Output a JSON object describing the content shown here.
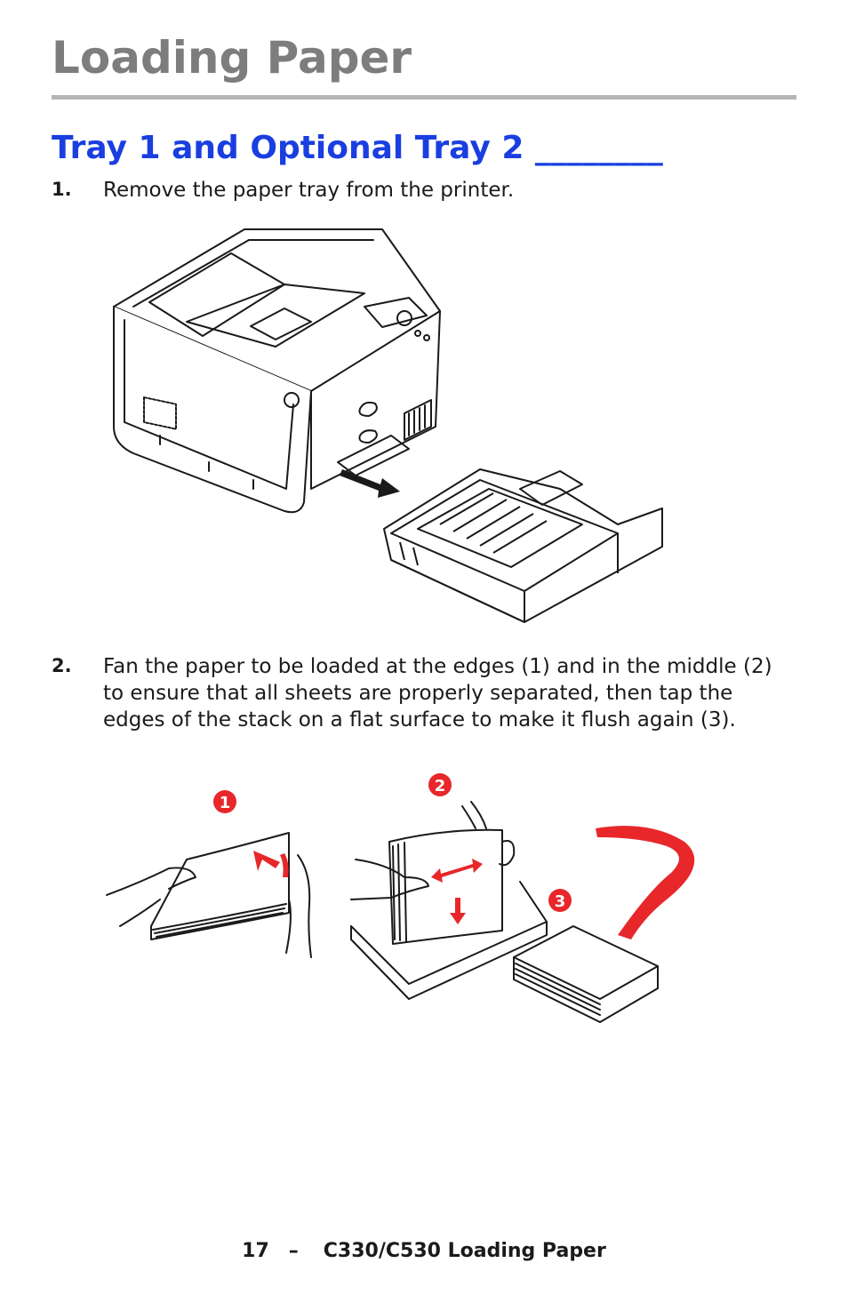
{
  "header": {
    "title": "Loading Paper"
  },
  "section": {
    "heading": "Tray 1 and Optional Tray 2 ________"
  },
  "steps": [
    {
      "number": "1.",
      "text": "Remove the paper tray from the printer."
    },
    {
      "number": "2.",
      "text": "Fan the paper to be loaded at the edges (1) and in the middle (2) to ensure that all sheets are properly separated, then tap the edges of the stack on a flat surface to make it flush again (3)."
    }
  ],
  "figure2": {
    "callouts": [
      "1",
      "2",
      "3"
    ]
  },
  "footer": {
    "page_number": "17",
    "separator": "–",
    "text": "C330/C530 Loading Paper"
  },
  "colors": {
    "title_gray": "#7d7d7d",
    "heading_blue": "#1a3ee0",
    "arrow_red": "#e8272a",
    "rule_gray": "#b5b5b5"
  }
}
